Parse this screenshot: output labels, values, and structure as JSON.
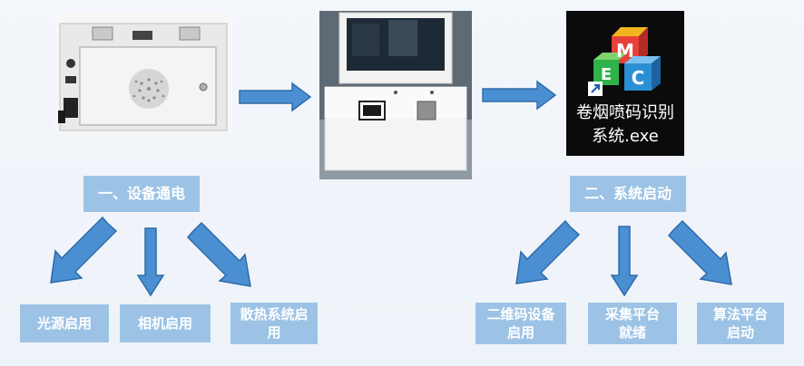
{
  "step1": {
    "label": "一、设备通电"
  },
  "step2": {
    "label": "二、系统启动"
  },
  "power_items": [
    {
      "label": "光源启用"
    },
    {
      "label": "相机启用"
    },
    {
      "label": "散热系统启用"
    }
  ],
  "system_items": [
    {
      "label": "二维码设备启用"
    },
    {
      "label": "采集平台就绪"
    },
    {
      "label": "算法平台启动"
    }
  ],
  "exe": {
    "filename_line1": "卷烟喷码识别",
    "filename_line2": "系统.exe",
    "icon_letters": [
      "M",
      "E",
      "C"
    ],
    "colors": {
      "M": "#e8413b",
      "E": "#2fb34a",
      "C": "#2b8fd6",
      "top": "#f2b51f"
    }
  }
}
